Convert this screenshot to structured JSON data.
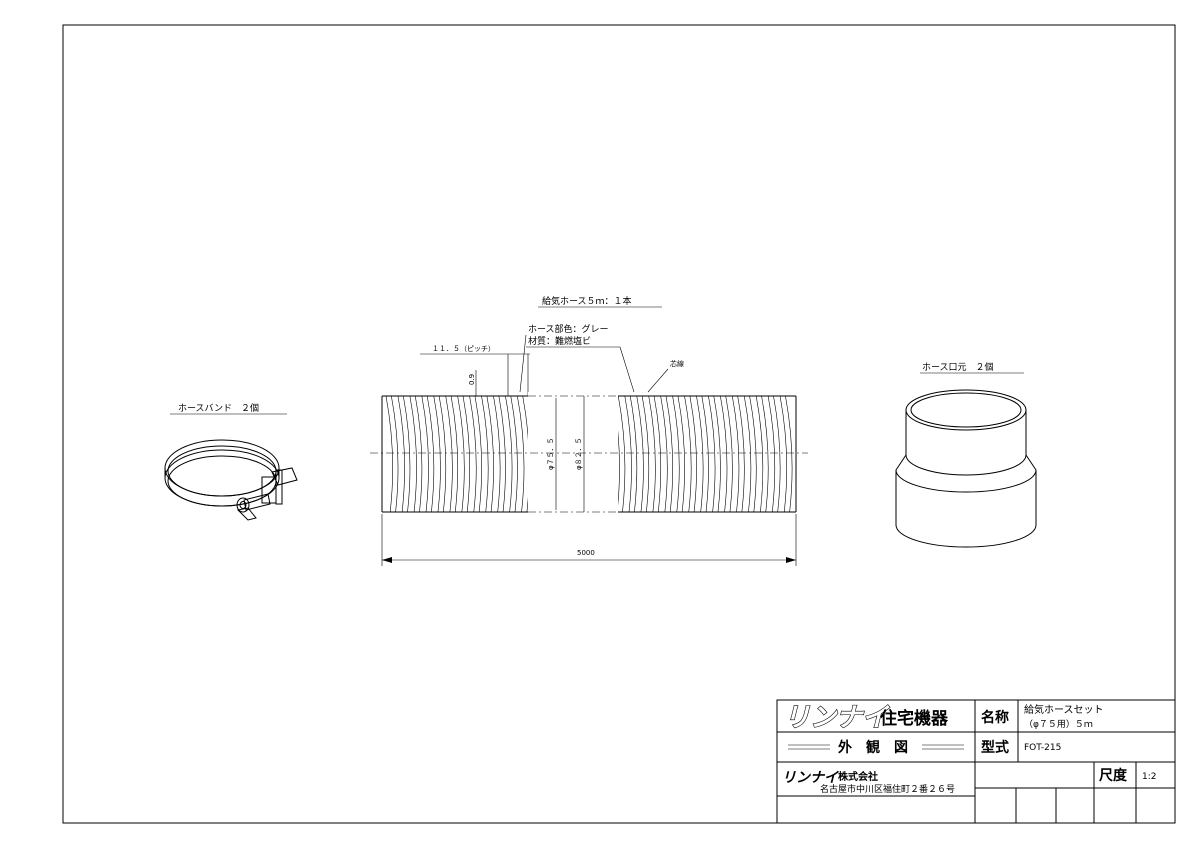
{
  "drawing": {
    "band": {
      "label": "ホースバンド　２個"
    },
    "hose": {
      "title": "給気ホース５ｍ：１本",
      "color_note": "ホース部色：グレー",
      "material_note": "材質：難燃塩ビ",
      "pitch_label": "１１．５（ピッチ）",
      "core_label": "芯線",
      "small_dim": "0.9",
      "inner_dia": "φ７５．５",
      "outer_dia": "φ８２．５",
      "length": "5000",
      "rib_count": 34
    },
    "mouth": {
      "label": "ホース口元　２個"
    }
  },
  "title_block": {
    "company_logo": "リンナイ",
    "company_dept": "住宅機器",
    "drawing_kind": "外　観　図",
    "company_logo_small": "リンナイ",
    "company_suffix": "株式会社",
    "address": "名古屋市中川区福住町２番２６号",
    "name_label": "名称",
    "name_value_1": "給気ホースセット",
    "name_value_2": "（φ７５用）５ｍ",
    "model_label": "型式",
    "model_value": "FOT-215",
    "scale_label": "尺度",
    "scale_value": "1:2"
  }
}
